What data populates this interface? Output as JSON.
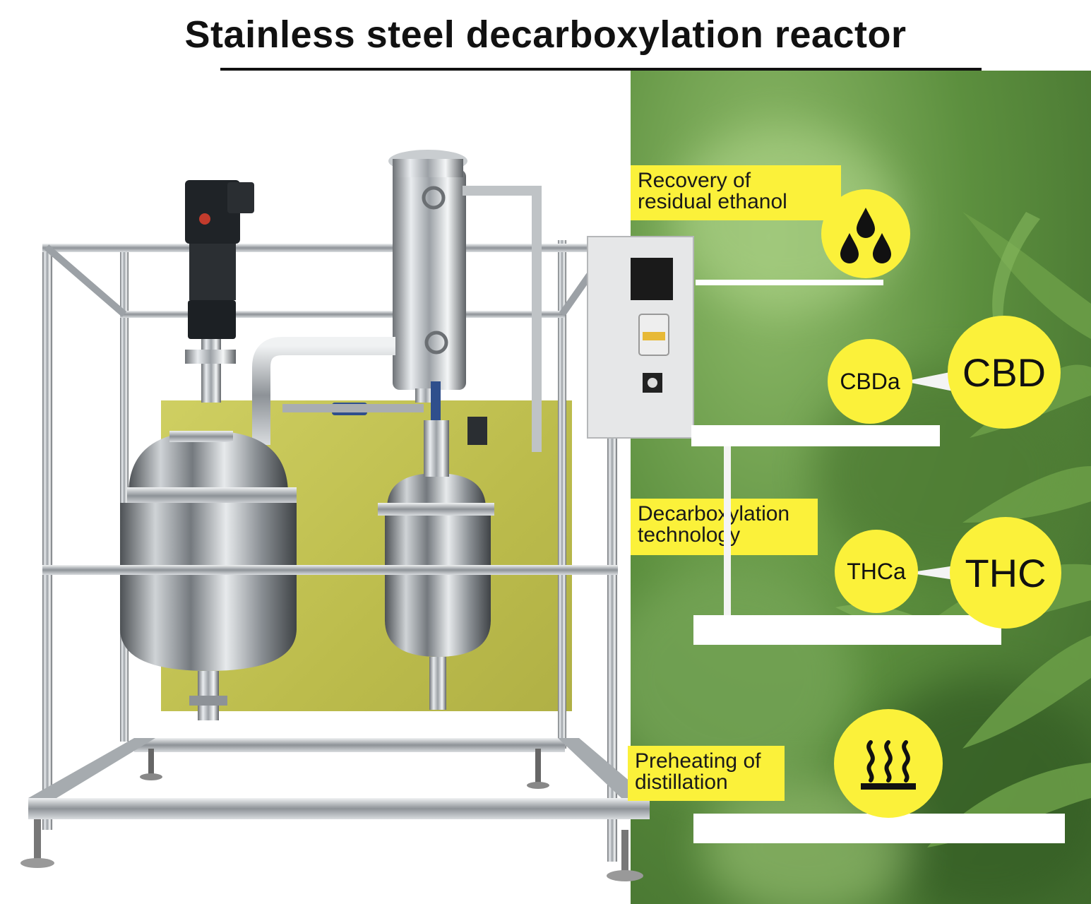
{
  "title": "Stainless steel decarboxylation reactor",
  "labels": {
    "recovery": [
      "Recovery of",
      "residual ethanol"
    ],
    "decarboxylation": [
      "Decarboxylation",
      "technology"
    ],
    "preheating": [
      "Preheating of",
      "distillation"
    ]
  },
  "circles": {
    "cbda": "CBDa",
    "cbd": "CBD",
    "thca": "THCa",
    "thc": "THC"
  },
  "icons": {
    "droplets": "three-droplets-icon",
    "heat": "heat-waves-icon"
  },
  "colors": {
    "accent_yellow": "#fbf13a",
    "panel_olive": "#c4c456",
    "leaf_green": "#5c8f3e"
  }
}
